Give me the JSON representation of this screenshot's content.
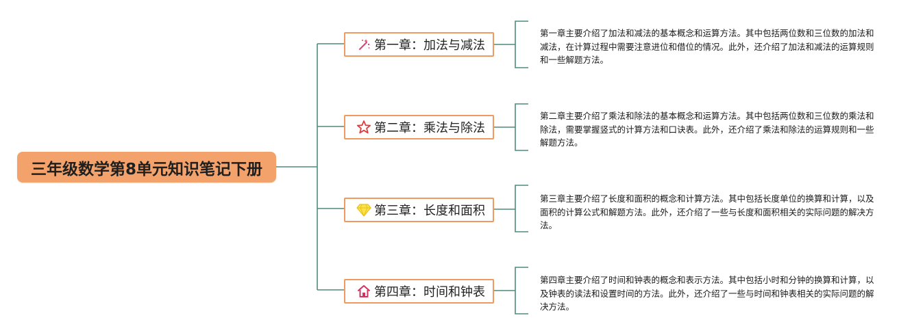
{
  "root": {
    "title": "三年级数学第8单元知识笔记下册"
  },
  "chapters": [
    {
      "title": "第一章：加法与减法",
      "icon": "magic-wand-icon",
      "description": "第一章主要介绍了加法和减法的基本概念和运算方法。其中包括两位数和三位数的加法和减法，在计算过程中需要注意进位和借位的情况。此外，还介绍了加法和减法的运算规则和一些解题方法。"
    },
    {
      "title": "第二章：乘法与除法",
      "icon": "star-icon",
      "description": "第二章主要介绍了乘法和除法的基本概念和运算方法。其中包括两位数和三位数的乘法和除法，需要掌握竖式的计算方法和口诀表。此外，还介绍了乘法和除法的运算规则和一些解题方法。"
    },
    {
      "title": "第三章：长度和面积",
      "icon": "diamond-icon",
      "description": "第三章主要介绍了长度和面积的概念和计算方法。其中包括长度单位的换算和计算，以及面积的计算公式和解题方法。此外，还介绍了一些与长度和面积相关的实际问题的解决方法。"
    },
    {
      "title": "第四章：时间和钟表",
      "icon": "house-icon",
      "description": "第四章主要介绍了时间和钟表的概念和表示方法。其中包括小时和分钟的换算和计算，以及钟表的读法和设置时间的方法。此外，还介绍了一些与时间和钟表相关的实际问题的解决方法。"
    }
  ],
  "colors": {
    "root_fill": "#f4a26b",
    "chapter_border": "#ef9a5e",
    "connector": "#4f8a7c"
  }
}
